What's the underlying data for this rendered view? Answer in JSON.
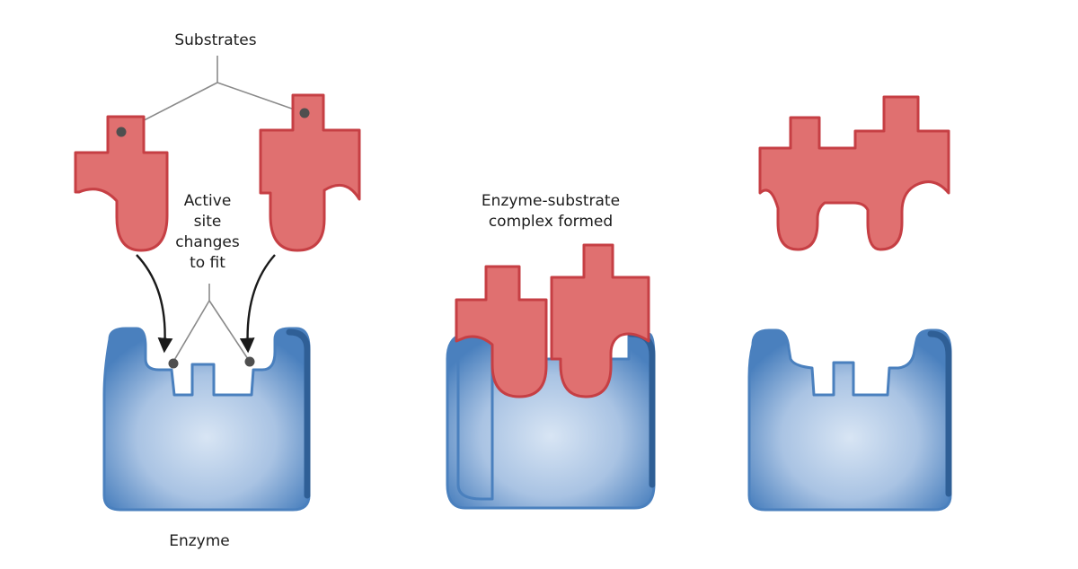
{
  "labels": {
    "substrates": "Substrates",
    "active_site_lines": [
      "Active",
      "site",
      "changes",
      "to fit"
    ],
    "complex_lines": [
      "Enzyme-substrate",
      "complex formed"
    ],
    "enzyme": "Enzyme"
  },
  "colors": {
    "substrate_fill": "#e07070",
    "substrate_edge": "#c63f44",
    "enzyme_center": "#d8e5f4",
    "enzyme_edge": "#4a80be",
    "enzyme_rim": "#2f5f96",
    "pointer": "#1a1a1a",
    "leader_line": "#8a8a8a",
    "marker_dot": "#4f4f4f"
  }
}
